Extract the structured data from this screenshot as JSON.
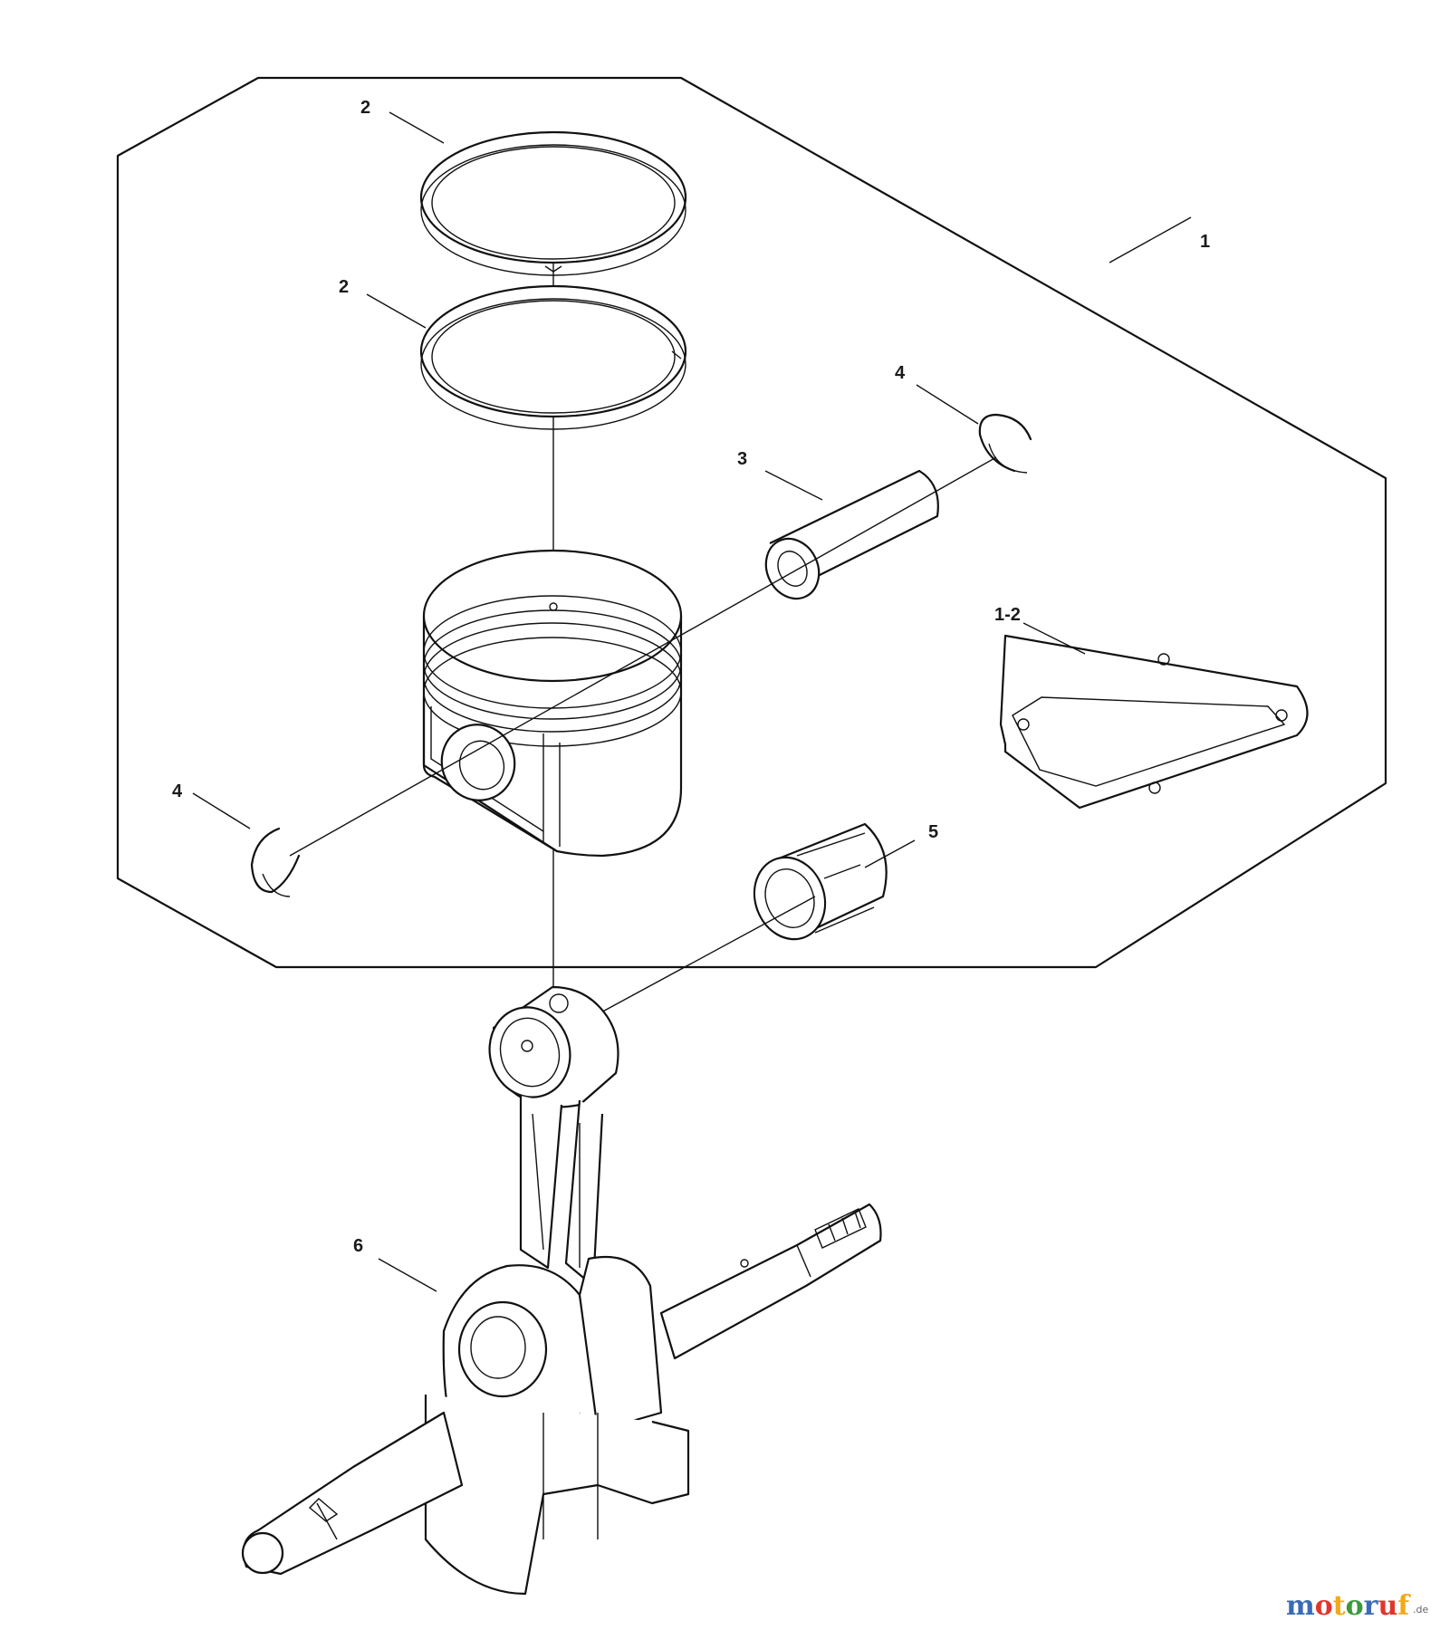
{
  "callouts": {
    "one": "1",
    "one_two": "1-2",
    "two_upper": "2",
    "two_lower": "2",
    "three": "3",
    "four_right": "4",
    "four_left": "4",
    "five": "5",
    "six": "6"
  },
  "watermark": {
    "letters": [
      "m",
      "o",
      "t",
      "o",
      "r",
      "u",
      "f"
    ],
    "colors": [
      "#3b6bb5",
      "#e0362c",
      "#f2a91a",
      "#3a9a3a",
      "#3b6bb5",
      "#e0362c",
      "#f2a91a"
    ],
    "suffix": ".de"
  }
}
